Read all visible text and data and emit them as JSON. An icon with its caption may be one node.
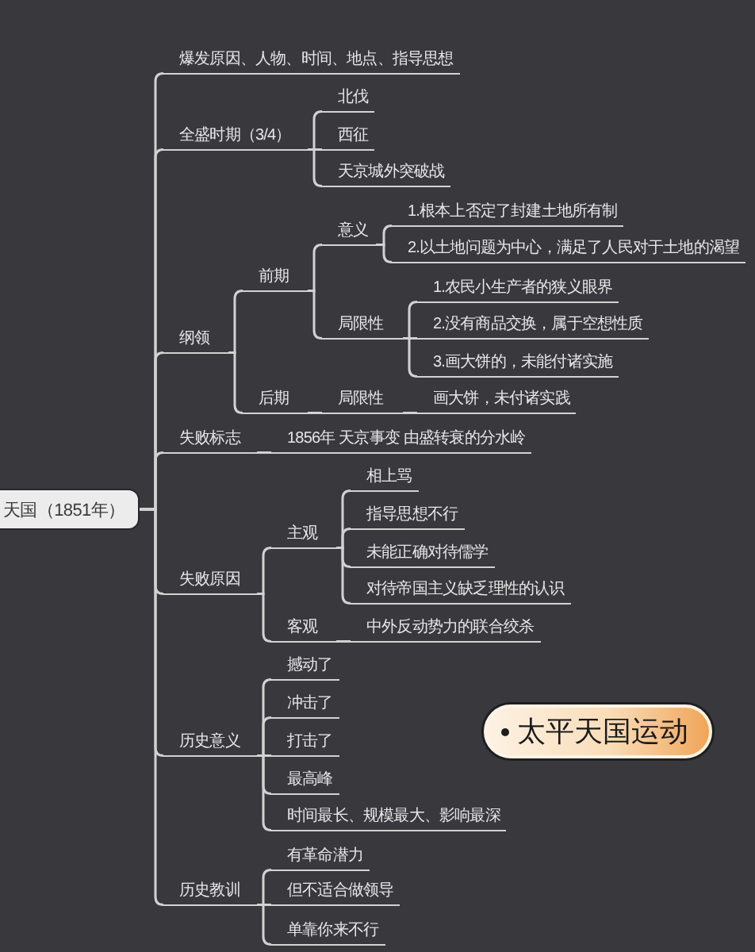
{
  "diagram": {
    "title": "太平天国运动",
    "nodes": [
      {
        "text": [
          "天国（1851年）"
        ]
      },
      {
        "text": [
          "爆发原因、人物、时间、地点、指导思想"
        ]
      },
      {
        "text": [
          "全盛时期（3/4）"
        ]
      },
      {
        "text": [
          "北伐"
        ]
      },
      {
        "text": [
          "西征"
        ]
      },
      {
        "text": [
          "天京城外突破战"
        ]
      },
      {
        "text": [
          "纲领"
        ]
      },
      {
        "text": [
          "前期"
        ]
      },
      {
        "text": [
          "意义"
        ]
      },
      {
        "text": [
          "1.根本上否定了封建土地所有制"
        ]
      },
      {
        "text": [
          "2.以土地问题为中心，满足了人民对于土地的渴望"
        ]
      },
      {
        "text": [
          "局限性"
        ]
      },
      {
        "text": [
          "1.农民小生产者的狭义眼界"
        ]
      },
      {
        "text": [
          "2.没有商品交换，属于空想性质"
        ]
      },
      {
        "text": [
          "3.画大饼的，未能付诸实施"
        ]
      },
      {
        "text": [
          "后期"
        ]
      },
      {
        "text": [
          "局限性"
        ]
      },
      {
        "text": [
          "画大饼，未付诸实践"
        ]
      },
      {
        "text": [
          "失败标志"
        ]
      },
      {
        "text": [
          "1856年 天京事变 由盛转衰的分水岭"
        ]
      },
      {
        "text": [
          "失败原因"
        ]
      },
      {
        "text": [
          "主观"
        ]
      },
      {
        "text": [
          "相上骂"
        ]
      },
      {
        "text": [
          "指导思想不行"
        ]
      },
      {
        "text": [
          "未能正确对待儒学"
        ]
      },
      {
        "text": [
          "对待帝国主义缺乏理性的认识"
        ]
      },
      {
        "text": [
          "客观"
        ]
      },
      {
        "text": [
          "中外反动势力的联合绞杀"
        ]
      },
      {
        "text": [
          "历史意义"
        ]
      },
      {
        "text": [
          "撼动了"
        ]
      },
      {
        "text": [
          "冲击了"
        ]
      },
      {
        "text": [
          "打击了"
        ]
      },
      {
        "text": [
          "最高峰"
        ]
      },
      {
        "text": [
          "时间最长、规模最大、影响最深"
        ]
      },
      {
        "text": [
          "历史教训"
        ]
      },
      {
        "text": [
          "有革命潜力"
        ]
      },
      {
        "text": [
          "但不适合做领导"
        ]
      },
      {
        "text": [
          "单靠你来不行"
        ]
      }
    ],
    "edges": [
      {
        "from": 0,
        "to": 1,
        "arrow": "none"
      },
      {
        "from": 0,
        "to": 2,
        "arrow": "none"
      },
      {
        "from": 2,
        "to": 3,
        "arrow": "none"
      },
      {
        "from": 2,
        "to": 4,
        "arrow": "none"
      },
      {
        "from": 2,
        "to": 5,
        "arrow": "none"
      },
      {
        "from": 0,
        "to": 6,
        "arrow": "none"
      },
      {
        "from": 6,
        "to": 7,
        "arrow": "none"
      },
      {
        "from": 7,
        "to": 8,
        "arrow": "none"
      },
      {
        "from": 8,
        "to": 9,
        "arrow": "none"
      },
      {
        "from": 8,
        "to": 10,
        "arrow": "none"
      },
      {
        "from": 7,
        "to": 11,
        "arrow": "none"
      },
      {
        "from": 11,
        "to": 12,
        "arrow": "none"
      },
      {
        "from": 11,
        "to": 13,
        "arrow": "none"
      },
      {
        "from": 11,
        "to": 14,
        "arrow": "none"
      },
      {
        "from": 6,
        "to": 15,
        "arrow": "none"
      },
      {
        "from": 15,
        "to": 16,
        "arrow": "none"
      },
      {
        "from": 16,
        "to": 17,
        "arrow": "none"
      },
      {
        "from": 0,
        "to": 18,
        "arrow": "none"
      },
      {
        "from": 18,
        "to": 19,
        "arrow": "none"
      },
      {
        "from": 0,
        "to": 20,
        "arrow": "none"
      },
      {
        "from": 20,
        "to": 21,
        "arrow": "none"
      },
      {
        "from": 21,
        "to": 22,
        "arrow": "none"
      },
      {
        "from": 21,
        "to": 23,
        "arrow": "none"
      },
      {
        "from": 21,
        "to": 24,
        "arrow": "none"
      },
      {
        "from": 21,
        "to": 25,
        "arrow": "none"
      },
      {
        "from": 20,
        "to": 26,
        "arrow": "none"
      },
      {
        "from": 26,
        "to": 27,
        "arrow": "none"
      },
      {
        "from": 0,
        "to": 28,
        "arrow": "none"
      },
      {
        "from": 28,
        "to": 29,
        "arrow": "none"
      },
      {
        "from": 28,
        "to": 30,
        "arrow": "none"
      },
      {
        "from": 28,
        "to": 31,
        "arrow": "none"
      },
      {
        "from": 28,
        "to": 32,
        "arrow": "none"
      },
      {
        "from": 28,
        "to": 33,
        "arrow": "none"
      },
      {
        "from": 0,
        "to": 34,
        "arrow": "none"
      },
      {
        "from": 34,
        "to": 35,
        "arrow": "none"
      },
      {
        "from": 34,
        "to": 36,
        "arrow": "none"
      },
      {
        "from": 34,
        "to": 37,
        "arrow": "none"
      }
    ]
  }
}
